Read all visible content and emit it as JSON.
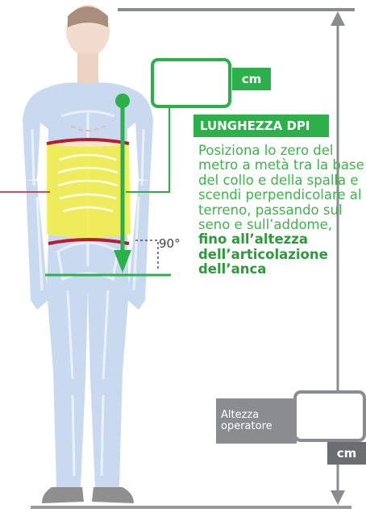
{
  "top_unit": "cm",
  "measure_title": "LUNGHEZZA DPI",
  "instructions_normal": "Posiziona lo zero del metro a metà tra la base del collo e della spalla e scendi perpendicolare al terreno, passando sul seno e sull’addome,",
  "instructions_bold": "fino all’altezza dell’articolazione dell’anca",
  "angle": "90°",
  "operator_label_line1": "Altezza",
  "operator_label_line2": "operatore",
  "operator_unit": "cm",
  "colors": {
    "green": "#2bb04a",
    "gray": "#8a8d8f",
    "torso_fill": "#f2ee4f",
    "band_red": "#b71c2c",
    "body_blue": "#c9d9ef"
  }
}
